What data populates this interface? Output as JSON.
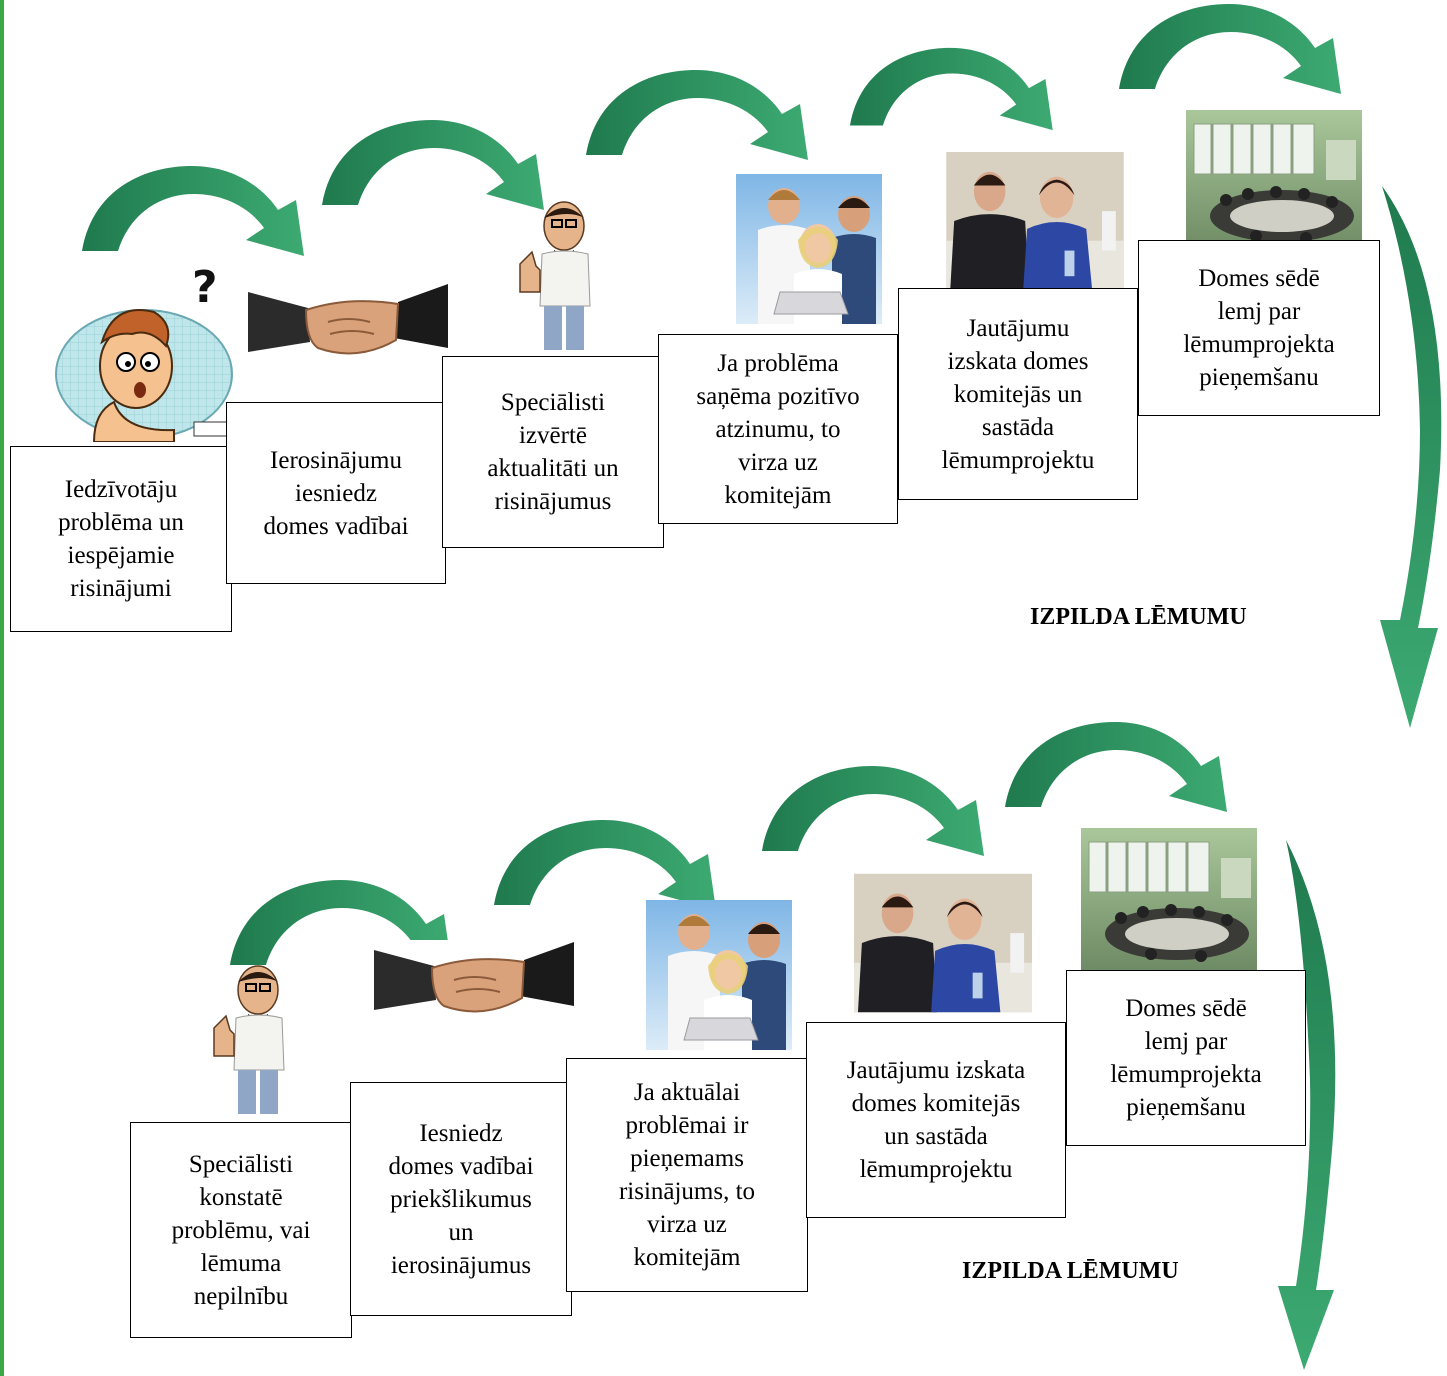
{
  "colors": {
    "arrow_dark": "#1f7a4e",
    "arrow_light": "#3daa72",
    "page_border": "#3aa845"
  },
  "icons": [
    "question-cartoon-icon",
    "handshake-icon",
    "thumbs-up-man-icon",
    "team-laptop-icon",
    "committee-photo-icon",
    "council-meeting-icon"
  ],
  "flow_top": {
    "steps": [
      "Iedzīvotāju\nproblēma un\niespējamie\nrisinājumi",
      "Ierosinājumu\niesniedz\ndomes vadībai",
      "Speciālisti\nizvērtē\naktualitāti un\nrisinājumus",
      "Ja problēma\nsaņēma pozitīvo\natzinumu, to\nvirza uz\nkomitejām",
      "Jautājumu\nizskata domes\nkomitejās  un\nsastāda\nlēmumprojektu",
      "Domes sēdē\nlemj par\nlēmumprojekta\npieņemšanu"
    ],
    "result": "IZPILDA LĒMUMU"
  },
  "flow_bottom": {
    "steps": [
      "Speciālisti\nkonstatē\nproblēmu, vai\nlēmuma\nnepilnību",
      "Iesniedz\ndomes vadībai\npriekšlikumus\nun\nierosinājumus",
      "Ja aktuālai\nproblēmai ir\npieņemams\nrisinājums, to\nvirza uz\nkomitejām",
      "Jautājumu izskata\ndomes komitejās\nun sastāda\nlēmumprojektu",
      "Domes sēdē\nlemj par\nlēmumprojekta\npieņemšanu"
    ],
    "result": "IZPILDA LĒMUMU"
  }
}
